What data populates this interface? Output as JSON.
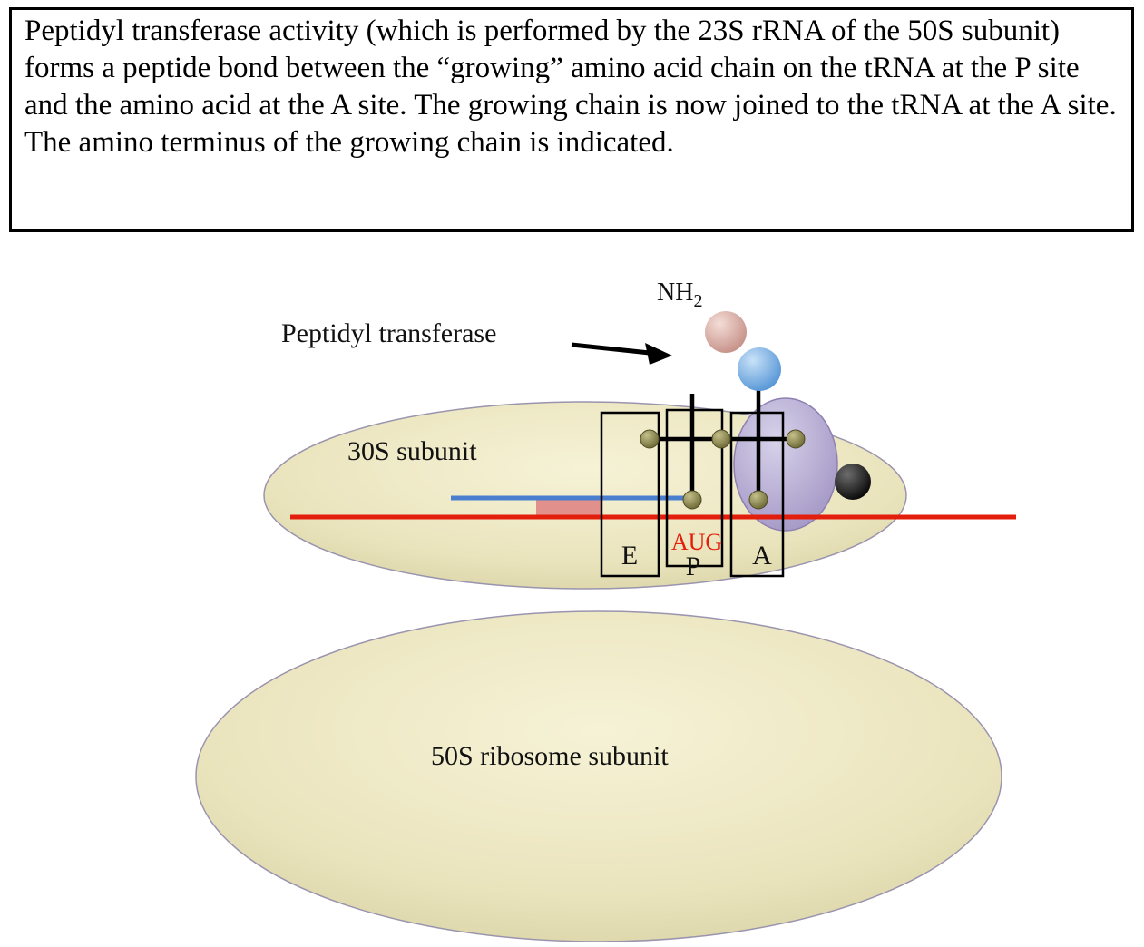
{
  "caption": {
    "text": "Peptidyl transferase activity (which is performed by the 23S rRNA of the 50S subunit) forms a peptide bond between the “growing” amino acid chain on the tRNA at the P site and the amino acid at the A site. The growing chain is now joined to the tRNA at the A site. The amino terminus of the growing chain is indicated."
  },
  "diagram": {
    "nh2": {
      "base": "NH",
      "subscript": "2"
    },
    "peptidyl_transferase_label": "Peptidyl transferase",
    "subunit_30s_label": "30S subunit",
    "subunit_50s_label": "50S ribosome subunit",
    "site_e_label": "E",
    "site_p_label": "P",
    "site_a_label": "A",
    "codon_label": "AUG"
  },
  "colors": {
    "ribosome_cream": "#ebe5bf",
    "trna_purple": "#b3a8d2",
    "amino_acid_pink": "#d9a9a1",
    "amino_acid_blue": "#7fb2e5",
    "bead_olive": "#8f8b56",
    "mrna_red": "#e41e0c",
    "mrna_blue": "#4a7fd0",
    "mrna_region_pink": "#e2908c",
    "outline_black": "#000000"
  }
}
